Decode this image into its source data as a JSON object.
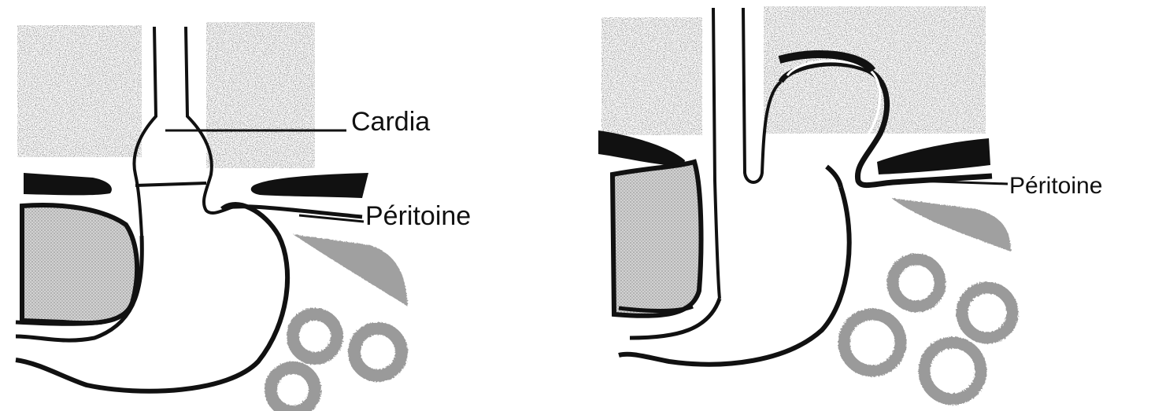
{
  "figure": {
    "panels": [
      {
        "name": "left-panel",
        "labels": {
          "cardia": "Cardia",
          "peritoine": "Péritoine"
        }
      },
      {
        "name": "right-panel",
        "labels": {
          "peritoine": "Péritoine"
        }
      }
    ],
    "colors": {
      "ink": "#111111",
      "stipple_dark": "#8c8c8c",
      "organ_fill": "#bdbdbd",
      "ring": "#9a9a9a",
      "background": "#ffffff"
    }
  }
}
